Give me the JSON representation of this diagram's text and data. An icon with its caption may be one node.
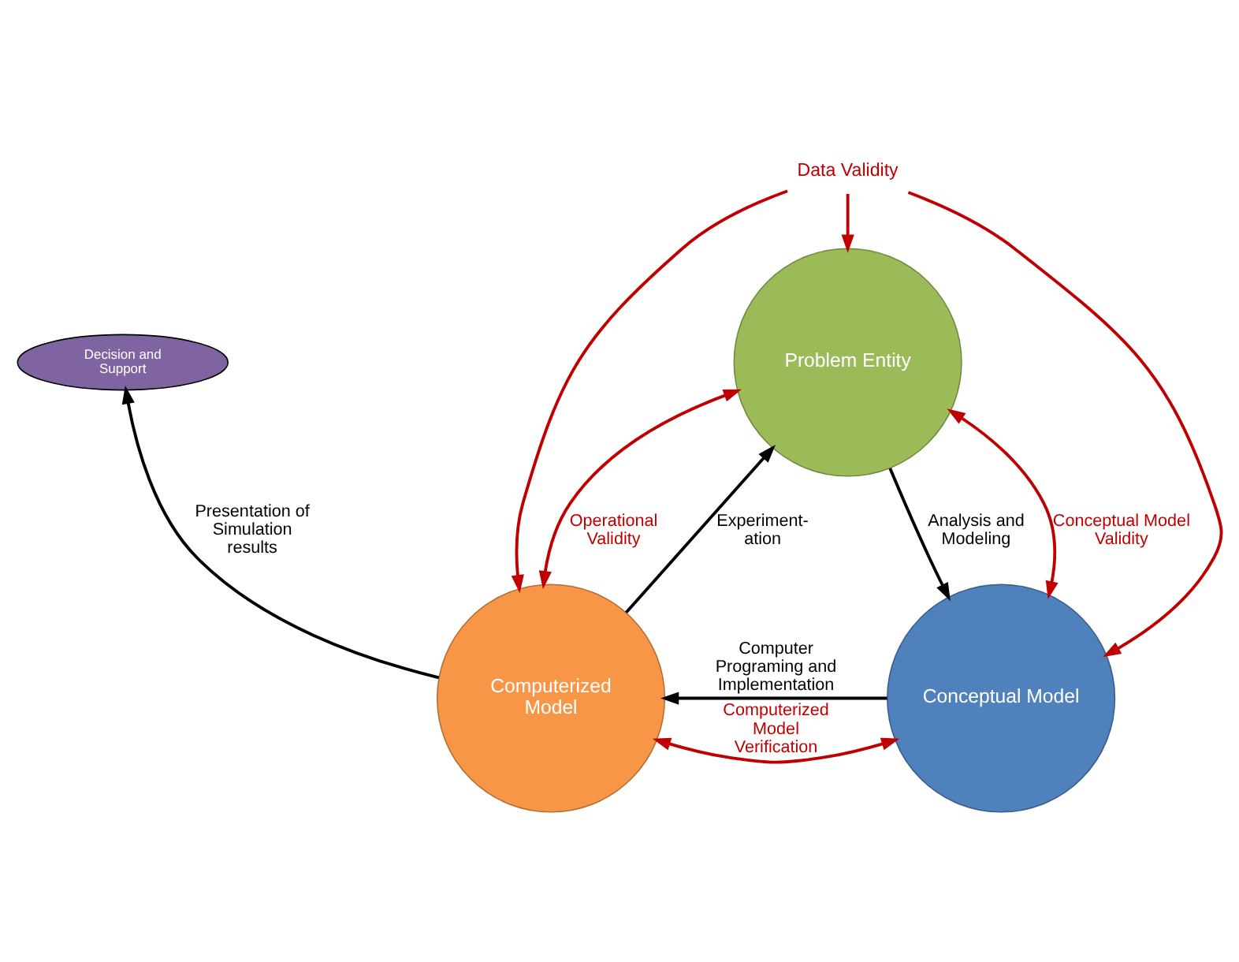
{
  "diagram": {
    "nodes": [
      {
        "text": [
          "Decision and Support"
        ]
      },
      {
        "text": [
          "Problem Entity"
        ]
      },
      {
        "text": [
          "Computerized Model"
        ]
      },
      {
        "text": [
          "Conceptual Model"
        ]
      },
      {
        "text": [
          "Data Validity"
        ]
      }
    ],
    "edges": [
      {
        "from": 2,
        "to": 0,
        "arrow": "to",
        "label": "Presentation of Simulation results",
        "color": "#000000"
      },
      {
        "from": 2,
        "to": 1,
        "arrow": "to",
        "label": "Experiment- ation",
        "color": "#000000"
      },
      {
        "from": 1,
        "to": 3,
        "arrow": "to",
        "label": "Analysis and Modeling",
        "color": "#000000"
      },
      {
        "from": 3,
        "to": 2,
        "arrow": "to",
        "label": "Computer Programing and Implementation",
        "color": "#000000"
      },
      {
        "from": 1,
        "to": 2,
        "arrow": "both",
        "label": "Operational Validity",
        "color": "#c00000"
      },
      {
        "from": 3,
        "to": 1,
        "arrow": "both",
        "label": "Conceptual Model Validity",
        "color": "#c00000"
      },
      {
        "from": 4,
        "to": 1,
        "arrow": "to",
        "color": "#c00000"
      },
      {
        "from": 4,
        "to": 2,
        "arrow": "to",
        "color": "#c00000"
      },
      {
        "from": 4,
        "to": 3,
        "arrow": "to",
        "color": "#c00000"
      },
      {
        "from": 2,
        "to": 3,
        "arrow": "both",
        "label": "Computerized Model Verification",
        "color": "#c00000"
      }
    ]
  }
}
